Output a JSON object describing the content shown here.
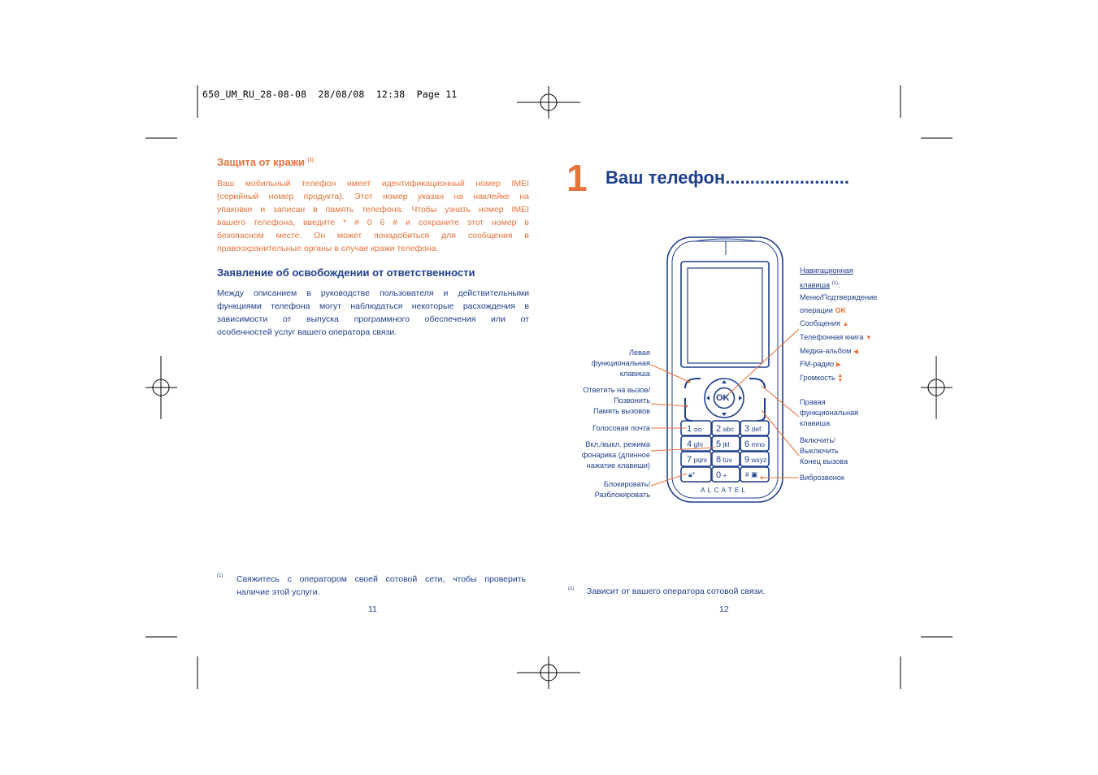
{
  "slug": "650_UM_RU_28-08-08  28/08/08  12:38  Page 11",
  "left_page": {
    "theft_heading": "Защита от кражи",
    "theft_footnote_mark": "(1)",
    "theft_lines": [
      "Ваш мобильный телефон имеет идентификационный номер IMEI",
      "(серийный номер продукта). Этот номер указан на наклейке на",
      "упаковке и записан в память телефона. Чтобы узнать номер IMEI",
      "вашего телефона, введите * # 0 6 # и сохраните этот номер в",
      "безопасном месте. Он может понадобиться для сообщения в",
      "правоохранительные органы в случае кражи телефона."
    ],
    "disclaimer_heading": "Заявление об освобождении от ответственности",
    "disclaimer_lines": [
      "Между описанием в руководстве пользователя и действительными",
      "функциями телефона могут наблюдаться некоторые расхождения в",
      "зависимости от выпуска программного обеспечения или от",
      "особенностей услуг вашего оператора связи."
    ],
    "footnote_mark": "(1)",
    "footnote_lines": [
      "Свяжитесь с оператором своей сотовой сети, чтобы проверить",
      "наличие этой услуги."
    ],
    "page_number": "11"
  },
  "right_page": {
    "chapter_number": "1",
    "chapter_title": "Ваш телефон.........................",
    "footnote_mark": "(1)",
    "footnote_text": "Зависит от вашего оператора сотовой связи.",
    "page_number": "12",
    "phone_brand": "ALCATEL",
    "ok_label": "OK",
    "keypad": [
      {
        "digit": "1",
        "letters": "ᴑᴑ"
      },
      {
        "digit": "2",
        "letters": "abc"
      },
      {
        "digit": "3",
        "letters": "def"
      },
      {
        "digit": "4",
        "letters": "ghi"
      },
      {
        "digit": "5",
        "letters": "jkl"
      },
      {
        "digit": "6",
        "letters": "mno"
      },
      {
        "digit": "7",
        "letters": "pqrs"
      },
      {
        "digit": "8",
        "letters": "tuv"
      },
      {
        "digit": "9",
        "letters": "wxyz"
      },
      {
        "digit": "",
        "letters": "* "
      },
      {
        "digit": "0",
        "letters": "+"
      },
      {
        "digit": "#",
        "letters": ""
      }
    ],
    "labels_left": {
      "left_softkey": [
        "Левая",
        "функциональная",
        "клавиша"
      ],
      "call_key": [
        "Ответить на вызов/",
        "Позвонить",
        "Память вызовов"
      ],
      "voicemail": [
        "Голосовая почта"
      ],
      "torch": [
        "Вкл./выкл. режима",
        "фонарика (длинное",
        "нажатие клавиши)"
      ],
      "lock": [
        "Блокировать/",
        "Разблокировать"
      ]
    },
    "labels_right": {
      "nav_key_1": "Навигационная",
      "nav_key_2": "клавиша",
      "nav_key_mark": "(1)",
      "menu_1": "Меню/Подтверждение",
      "menu_2": "операции",
      "menu_ok": "OK",
      "messages": "Сообщения",
      "phonebook": "Телефонная книга",
      "media": "Медиа-альбом",
      "fm": "FM-радио",
      "volume": "Громкость",
      "right_softkey": [
        "Правая",
        "функциональная",
        "клавиша"
      ],
      "power": [
        "Включить/",
        "Выключить",
        "Конец вызова"
      ],
      "vibra": "Виброзвонок"
    },
    "colors": {
      "accent": "#e8733a",
      "text": "#1f3f8c"
    }
  }
}
